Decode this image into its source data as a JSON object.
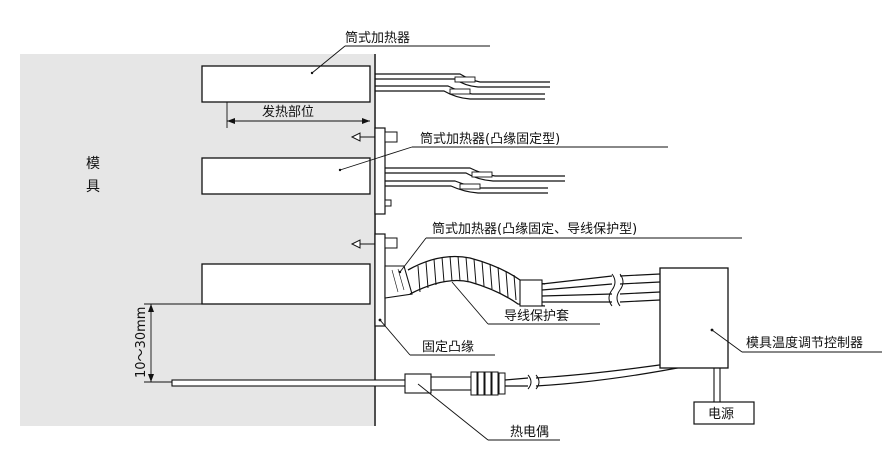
{
  "labels": {
    "heater_top": "筒式加热器",
    "heating_zone": "发热部位",
    "heater_flange": "筒式加热器(凸缘固定型)",
    "mold_line1": "模",
    "mold_line2": "具",
    "heater_guard": "筒式加热器(凸缘固定、导线保护型)",
    "wire_guard": "导线保护套",
    "fixed_flange": "固定凸缘",
    "dimension": "10～30mm",
    "controller": "模具温度调节控制器",
    "power": "电源",
    "thermocouple": "热电偶"
  },
  "colors": {
    "mold": "#e6e6e6",
    "line": "#111111",
    "part_fill": "#ffffff"
  }
}
